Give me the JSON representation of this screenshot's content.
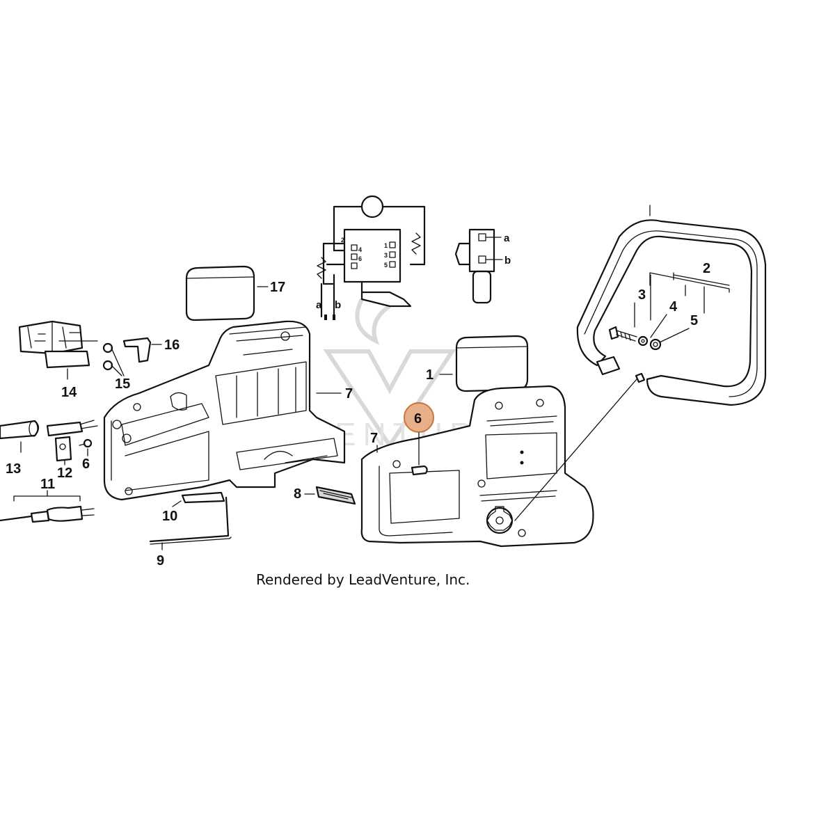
{
  "callouts": {
    "c1": "1",
    "c2": "2",
    "c3": "3",
    "c4": "4",
    "c5": "5",
    "c6_left": "6",
    "c6_highlight": "6",
    "c7_left": "7",
    "c7_right": "7",
    "c8": "8",
    "c9": "9",
    "c10": "10",
    "c11": "11",
    "c12": "12",
    "c13": "13",
    "c14": "14",
    "c15": "15",
    "c16": "16",
    "c17": "17"
  },
  "wiring": {
    "wire_a": "a",
    "wire_b": "b",
    "switch_a": "a",
    "switch_b": "b",
    "term_1": "1",
    "term_2": "2",
    "term_3": "3",
    "term_4": "4",
    "term_5": "5",
    "term_6": "6"
  },
  "watermark": "LEADVENTURE",
  "caption": "Rendered by LeadVenture, Inc.",
  "highlight_color": "#e8b088"
}
